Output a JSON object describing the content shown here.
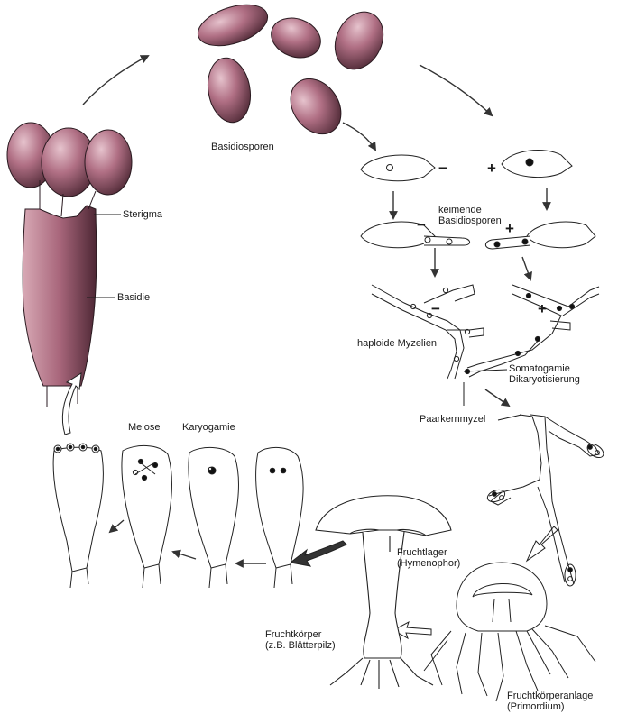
{
  "colors": {
    "spore_fill": "#8a4a5e",
    "spore_light": "#c795a5",
    "line": "#1c1c1c",
    "background": "#ffffff"
  },
  "labels": {
    "basidiosporen": "Basidiosporen",
    "sterigma": "Sterigma",
    "basidie": "Basidie",
    "keimende_1": "keimende",
    "keimende_2": "Basidiosporen",
    "haploide_myzelien": "haploide Myzelien",
    "somatogamie": "Somatogamie",
    "dikaryotisierung": "Dikaryotisierung",
    "paarkernmyzel": "Paarkernmyzel",
    "meiose": "Meiose",
    "karyogamie": "Karyogamie",
    "fruchtlager_1": "Fruchtlager",
    "fruchtlager_2": "(Hymenophor)",
    "fruchtkoerper_1": "Fruchtkörper",
    "fruchtkoerper_2": "(z.B. Blätterpilz)",
    "anlage_1": "Fruchtkörperanlage",
    "anlage_2": "(Primordium)"
  },
  "signs": {
    "minus": "−",
    "plus": "+"
  }
}
